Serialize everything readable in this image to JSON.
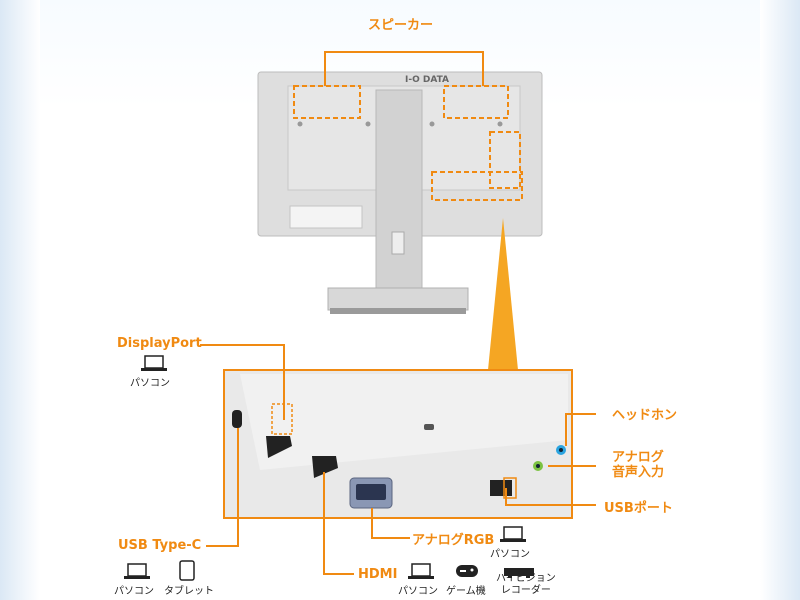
{
  "brand": "I-O DATA",
  "colors": {
    "accent": "#f08a12",
    "monitor": "#dcdcdc",
    "jack_blue": "#2aa4e0",
    "jack_green": "#7cc242"
  },
  "labels": {
    "speaker": "スピーカー",
    "displayport": "DisplayPort",
    "headphone": "ヘッドホン",
    "analog_audio_line1": "アナログ",
    "analog_audio_line2": "音声入力",
    "usb_port": "USBポート",
    "analog_rgb": "アナログRGB",
    "usb_typec": "USB  Type-C",
    "hdmi": "HDMI"
  },
  "devices": {
    "pc": "パソコン",
    "tablet": "タブレット",
    "game": "ゲーム機",
    "recorder_line1": "ハイビジョン",
    "recorder_line2": "レコーダー"
  },
  "icons": [
    "laptop-icon",
    "tablet-icon",
    "gamepad-icon",
    "recorder-icon"
  ]
}
